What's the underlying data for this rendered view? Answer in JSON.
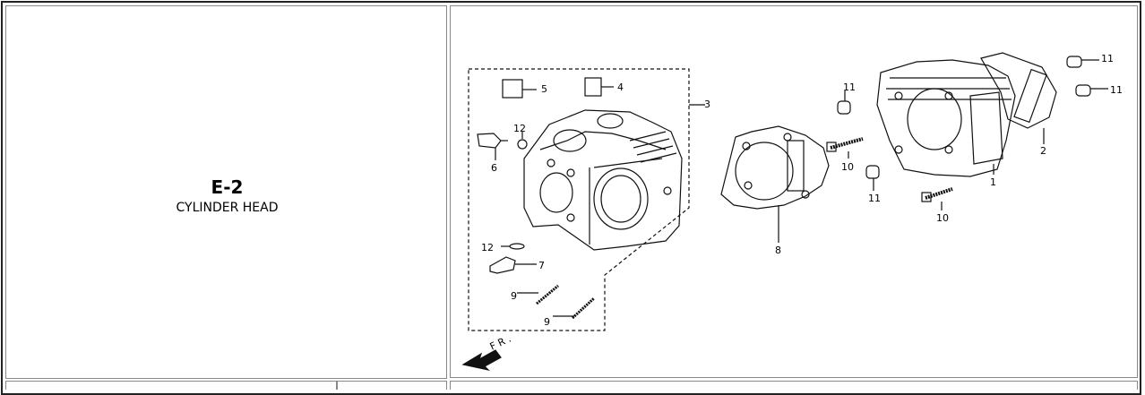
{
  "section": {
    "code": "E-2",
    "title": "CYLINDER HEAD"
  },
  "diagram": {
    "callouts": [
      "1",
      "2",
      "3",
      "4",
      "5",
      "6",
      "7",
      "8",
      "9",
      "9",
      "10",
      "10",
      "11",
      "11",
      "11",
      "11",
      "12",
      "12"
    ],
    "direction_label": "F R ."
  }
}
